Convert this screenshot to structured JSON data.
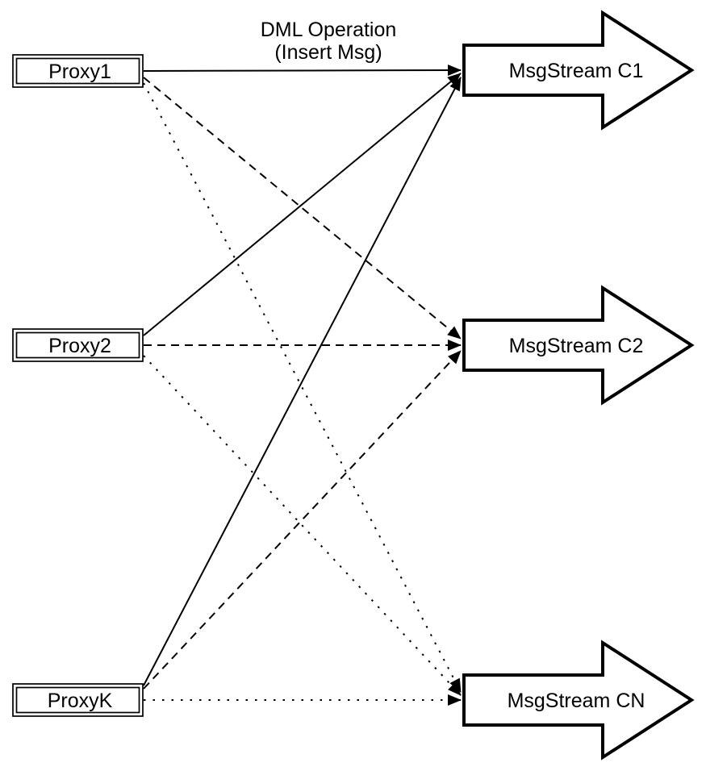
{
  "diagram": {
    "background_color": "#ffffff",
    "stroke_color": "#000000",
    "annotation": {
      "line1": "DML Operation",
      "line2": "(Insert Msg)"
    },
    "proxies": [
      {
        "id": "proxy1",
        "label": "Proxy1"
      },
      {
        "id": "proxy2",
        "label": "Proxy2"
      },
      {
        "id": "proxyK",
        "label": "ProxyK"
      }
    ],
    "streams": [
      {
        "id": "msgstream-c1",
        "label": "MsgStream C1"
      },
      {
        "id": "msgstream-c2",
        "label": "MsgStream C2"
      },
      {
        "id": "msgstream-cn",
        "label": "MsgStream CN"
      }
    ],
    "edges": [
      {
        "from": "Proxy1",
        "to": "MsgStream C1",
        "line_style": "solid"
      },
      {
        "from": "Proxy1",
        "to": "MsgStream C2",
        "line_style": "dashed"
      },
      {
        "from": "Proxy1",
        "to": "MsgStream CN",
        "line_style": "dotted"
      },
      {
        "from": "Proxy2",
        "to": "MsgStream C1",
        "line_style": "solid"
      },
      {
        "from": "Proxy2",
        "to": "MsgStream C2",
        "line_style": "dashed"
      },
      {
        "from": "Proxy2",
        "to": "MsgStream CN",
        "line_style": "dotted"
      },
      {
        "from": "ProxyK",
        "to": "MsgStream C1",
        "line_style": "solid"
      },
      {
        "from": "ProxyK",
        "to": "MsgStream C2",
        "line_style": "dashed"
      },
      {
        "from": "ProxyK",
        "to": "MsgStream CN",
        "line_style": "dotted"
      }
    ]
  }
}
